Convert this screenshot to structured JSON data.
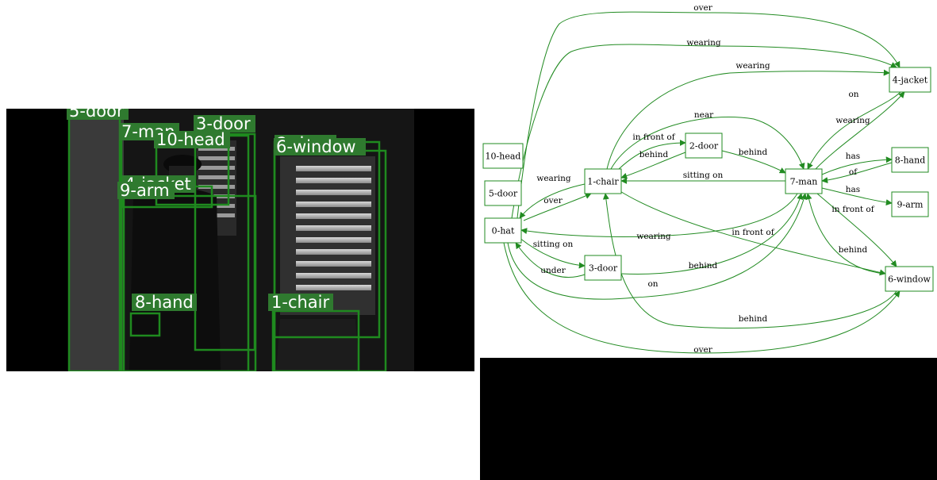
{
  "colors": {
    "edge": "#228b22",
    "box": "#1f8a1f",
    "label_bg": "#1f7a1f"
  },
  "image": {
    "regions": [
      {
        "label": "5-door"
      },
      {
        "label": "7-man"
      },
      {
        "label": "3-door"
      },
      {
        "label": "10-head"
      },
      {
        "label": "2-door"
      },
      {
        "label": "6-window"
      },
      {
        "label": "4-jacket"
      },
      {
        "label": "9-arm"
      },
      {
        "label": "8-hand"
      },
      {
        "label": "1-chair"
      }
    ]
  },
  "graph": {
    "nodes": [
      "4-jacket",
      "10-head",
      "5-door",
      "1-chair",
      "2-door",
      "7-man",
      "8-hand",
      "9-arm",
      "0-hat",
      "3-door",
      "6-window"
    ],
    "edges": [
      {
        "source": "0-hat",
        "target": "4-jacket",
        "label": "over"
      },
      {
        "source": "0-hat",
        "target": "4-jacket",
        "label": "wearing"
      },
      {
        "source": "1-chair",
        "target": "4-jacket",
        "label": "wearing"
      },
      {
        "source": "7-man",
        "target": "4-jacket",
        "label": "on"
      },
      {
        "source": "4-jacket",
        "target": "7-man",
        "label": "wearing"
      },
      {
        "source": "1-chair",
        "target": "7-man",
        "label": "near"
      },
      {
        "source": "1-chair",
        "target": "2-door",
        "label": "in front of"
      },
      {
        "source": "2-door",
        "target": "1-chair",
        "label": "behind"
      },
      {
        "source": "2-door",
        "target": "7-man",
        "label": "behind"
      },
      {
        "source": "7-man",
        "target": "1-chair",
        "label": "sitting on"
      },
      {
        "source": "7-man",
        "target": "8-hand",
        "label": "has"
      },
      {
        "source": "8-hand",
        "target": "7-man",
        "label": "of"
      },
      {
        "source": "7-man",
        "target": "9-arm",
        "label": "has"
      },
      {
        "source": "7-man",
        "target": "6-window",
        "label": "in front of"
      },
      {
        "source": "1-chair",
        "target": "0-hat",
        "label": "wearing"
      },
      {
        "source": "0-hat",
        "target": "1-chair",
        "label": "over"
      },
      {
        "source": "7-man",
        "target": "0-hat",
        "label": "wearing"
      },
      {
        "source": "1-chair",
        "target": "6-window",
        "label": "in front of"
      },
      {
        "source": "0-hat",
        "target": "3-door",
        "label": "sitting on"
      },
      {
        "source": "3-door",
        "target": "0-hat",
        "label": "under"
      },
      {
        "source": "3-door",
        "target": "7-man",
        "label": "behind"
      },
      {
        "source": "0-hat",
        "target": "7-man",
        "label": "on"
      },
      {
        "source": "6-window",
        "target": "7-man",
        "label": "behind"
      },
      {
        "source": "6-window",
        "target": "1-chair",
        "label": "behind"
      },
      {
        "source": "0-hat",
        "target": "6-window",
        "label": "over"
      }
    ]
  }
}
